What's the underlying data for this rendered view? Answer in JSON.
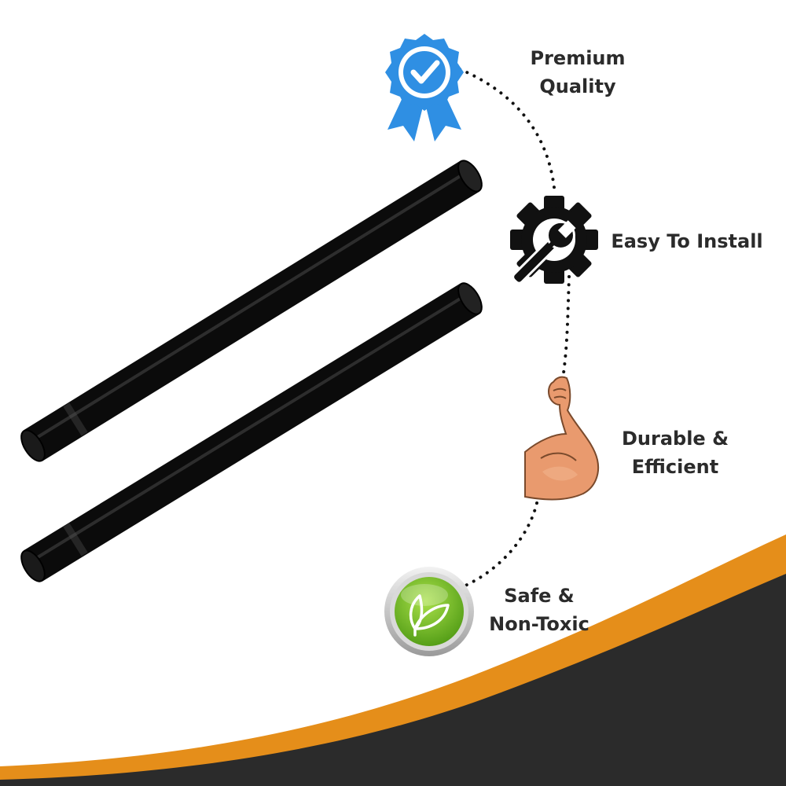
{
  "colors": {
    "background": "#ffffff",
    "swoosh_orange": "#e58e1a",
    "swoosh_dark": "#2b2b2b",
    "pipe_black": "#0b0b0b",
    "badge_blue": "#2f8fe3",
    "gear_black": "#111111",
    "arm_skin": "#e99a6e",
    "leaf_green": "#6cbf1e",
    "text": "#2b2b2b"
  },
  "features": [
    {
      "icon": "award-ribbon-check-icon",
      "label_line1": "Premium",
      "label_line2": "Quality"
    },
    {
      "icon": "gear-wrench-icon",
      "label_line1": "Easy To Install",
      "label_line2": ""
    },
    {
      "icon": "flexed-arm-icon",
      "label_line1": "Durable &",
      "label_line2": "Efficient"
    },
    {
      "icon": "leaf-badge-icon",
      "label_line1": "Safe &",
      "label_line2": "Non-Toxic"
    }
  ],
  "product": {
    "item": "extension wand pipe",
    "count": 2,
    "color": "black"
  }
}
